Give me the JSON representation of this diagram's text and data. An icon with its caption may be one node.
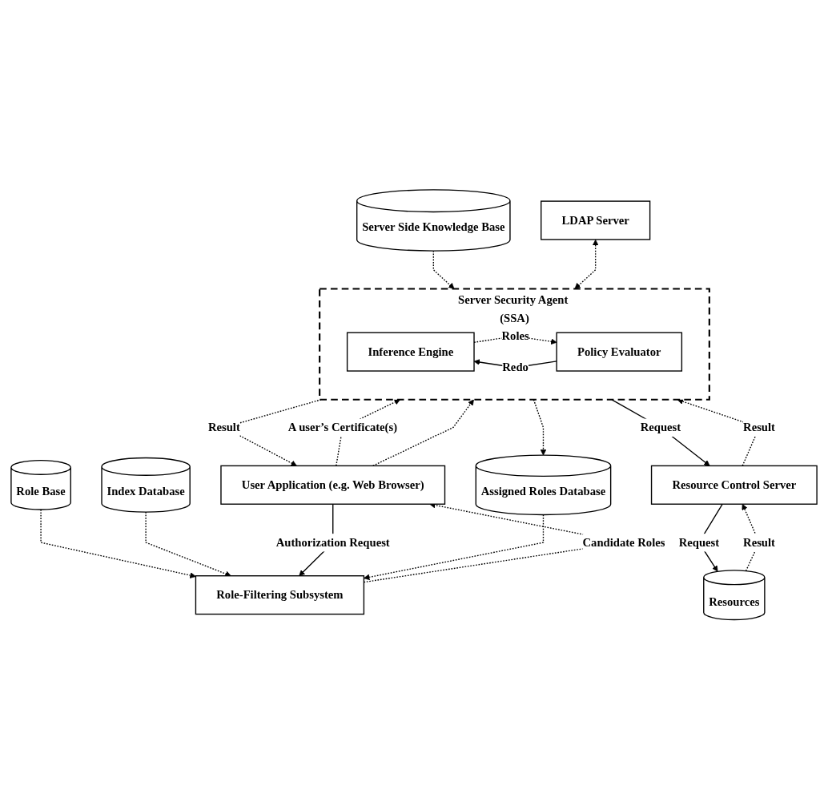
{
  "diagram": {
    "nodes": [
      {
        "text": [
          "Role Base"
        ]
      },
      {
        "text": [
          "Index Database"
        ]
      },
      {
        "text": [
          "User Application (e.g. Web Browser)"
        ]
      },
      {
        "text": [
          "Role-Filtering Subsystem"
        ]
      },
      {
        "text": [
          "Server Security Agent (SSA)"
        ]
      },
      {
        "text": [
          "Inference Engine"
        ],
        "in": 4
      },
      {
        "text": [
          "Policy Evaluator"
        ],
        "in": 4
      },
      {
        "text": [
          "Assigned Roles Database"
        ]
      },
      {
        "text": [
          "Server Side Knowledge Base"
        ]
      },
      {
        "text": [
          "LDAP Server"
        ]
      },
      {
        "text": [
          "Resource Control Server"
        ]
      },
      {
        "text": [
          "Resources"
        ]
      }
    ],
    "edges": [
      {
        "from": 0,
        "to": 3,
        "arrow": "to",
        "style": "dashed"
      },
      {
        "from": 1,
        "to": 3,
        "arrow": "to",
        "style": "dashed"
      },
      {
        "from": 2,
        "to": 3,
        "arrow": "to",
        "label": "Authorization Request"
      },
      {
        "from": 3,
        "to": 2,
        "arrow": "to",
        "style": "dashed",
        "label": "Candidate Roles"
      },
      {
        "from": 7,
        "to": 3,
        "arrow": "to",
        "style": "dashed"
      },
      {
        "from": 2,
        "to": 4,
        "arrow": "to",
        "style": "dashed",
        "label": "A user’s Certificate(s)"
      },
      {
        "from": 4,
        "to": 2,
        "arrow": "to",
        "style": "dashed",
        "label": "Result"
      },
      {
        "from": 2,
        "to": 4,
        "arrow": "to",
        "style": "dashed"
      },
      {
        "from": 5,
        "to": 6,
        "arrow": "to",
        "style": "dashed",
        "label": "Roles"
      },
      {
        "from": 6,
        "to": 5,
        "arrow": "to",
        "label": "Redo"
      },
      {
        "from": 4,
        "to": 7,
        "arrow": "to",
        "style": "dashed"
      },
      {
        "from": 8,
        "to": 4,
        "arrow": "to",
        "style": "dashed"
      },
      {
        "from": 9,
        "to": 4,
        "arrow": "both",
        "style": "dashed"
      },
      {
        "from": 4,
        "to": 10,
        "arrow": "to",
        "label": "Request"
      },
      {
        "from": 10,
        "to": 4,
        "arrow": "to",
        "style": "dashed",
        "label": "Result"
      },
      {
        "from": 10,
        "to": 11,
        "arrow": "to",
        "label": "Request"
      },
      {
        "from": 11,
        "to": 10,
        "arrow": "to",
        "style": "dashed",
        "label": "Result"
      }
    ]
  }
}
